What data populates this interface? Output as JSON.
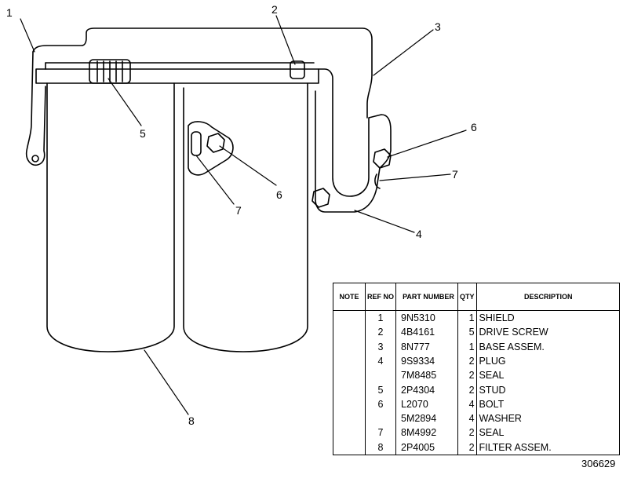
{
  "callouts": {
    "c1": "1",
    "c2": "2",
    "c3": "3",
    "c4": "4",
    "c5": "5",
    "c6a": "6",
    "c6b": "6",
    "c7a": "7",
    "c7b": "7",
    "c8": "8"
  },
  "parts_table": {
    "headers": {
      "note": "NOTE",
      "ref_no": "REF NO",
      "part_number": "PART NUMBER",
      "qty": "QTY",
      "description": "DESCRIPTION"
    },
    "rows": [
      {
        "note": "",
        "ref": "1",
        "part": "9N5310",
        "qty": "1",
        "desc": "SHIELD"
      },
      {
        "note": "",
        "ref": "2",
        "part": "4B4161",
        "qty": "5",
        "desc": "DRIVE SCREW"
      },
      {
        "note": "",
        "ref": "3",
        "part": "8N777",
        "qty": "1",
        "desc": "BASE ASSEM."
      },
      {
        "note": "",
        "ref": "4",
        "part": "9S9334",
        "qty": "2",
        "desc": "PLUG"
      },
      {
        "note": "",
        "ref": "",
        "part": "7M8485",
        "qty": "2",
        "desc": "SEAL"
      },
      {
        "note": "",
        "ref": "5",
        "part": "2P4304",
        "qty": "2",
        "desc": "STUD"
      },
      {
        "note": "",
        "ref": "6",
        "part": "L2070",
        "qty": "4",
        "desc": "BOLT"
      },
      {
        "note": "",
        "ref": "",
        "part": "5M2894",
        "qty": "4",
        "desc": "WASHER"
      },
      {
        "note": "",
        "ref": "7",
        "part": "8M4992",
        "qty": "2",
        "desc": "SEAL"
      },
      {
        "note": "",
        "ref": "8",
        "part": "2P4005",
        "qty": "2",
        "desc": "FILTER ASSEM."
      }
    ]
  },
  "document_number": "306629",
  "colors": {
    "ink": "#000000",
    "paper": "#ffffff"
  }
}
